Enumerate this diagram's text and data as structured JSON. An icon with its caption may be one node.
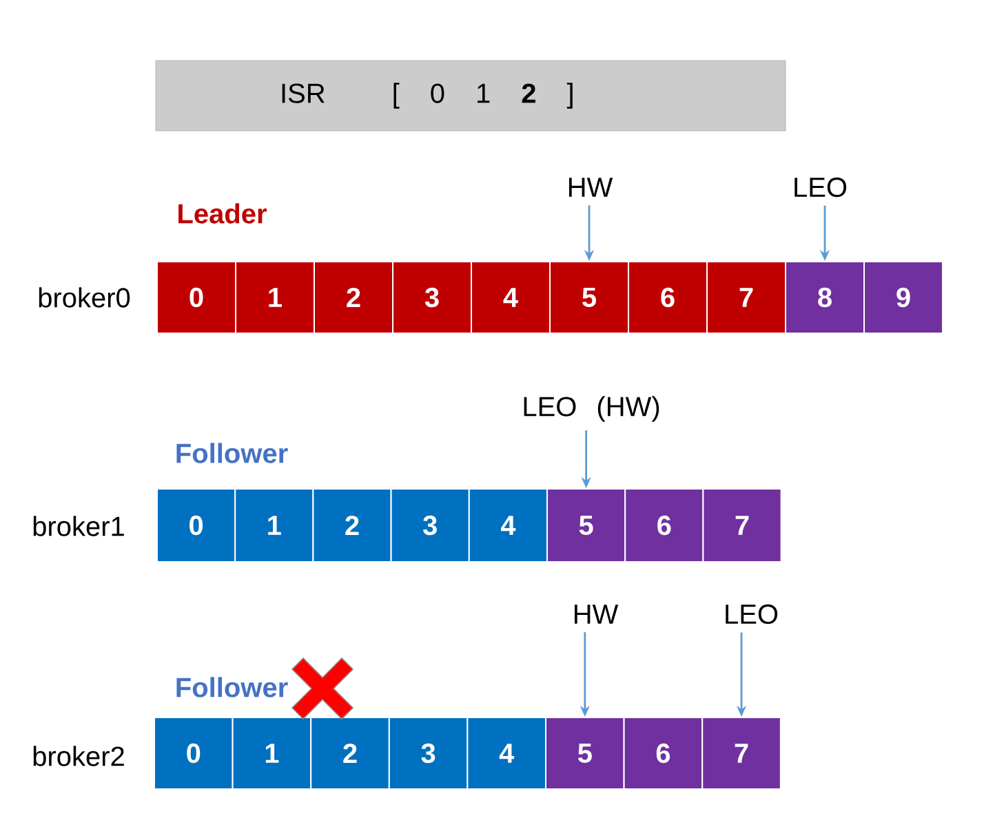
{
  "diagram": {
    "nodes": [
      {
        "text": [
          "ISR",
          "[ 0 1 **2** ]"
        ]
      },
      {
        "text": [
          "HW"
        ]
      },
      {
        "text": [
          "LEO"
        ]
      },
      {
        "text": [
          "0"
        ]
      },
      {
        "text": [
          "1"
        ]
      },
      {
        "text": [
          "2"
        ]
      },
      {
        "text": [
          "3"
        ]
      },
      {
        "text": [
          "4"
        ]
      },
      {
        "text": [
          "5"
        ]
      },
      {
        "text": [
          "6"
        ]
      },
      {
        "text": [
          "7"
        ]
      },
      {
        "text": [
          "8"
        ]
      },
      {
        "text": [
          "9"
        ]
      },
      {
        "text": [
          "LEO",
          "(HW)"
        ]
      },
      {
        "text": [
          "0"
        ]
      },
      {
        "text": [
          "1"
        ]
      },
      {
        "text": [
          "2"
        ]
      },
      {
        "text": [
          "3"
        ]
      },
      {
        "text": [
          "4"
        ]
      },
      {
        "text": [
          "5"
        ]
      },
      {
        "text": [
          "6"
        ]
      },
      {
        "text": [
          "7"
        ]
      },
      {
        "text": [
          "HW"
        ]
      },
      {
        "text": [
          "LEO"
        ]
      },
      {
        "text": [
          "0"
        ]
      },
      {
        "text": [
          "1"
        ]
      },
      {
        "text": [
          "2"
        ]
      },
      {
        "text": [
          "3"
        ]
      },
      {
        "text": [
          "4"
        ]
      },
      {
        "text": [
          "5"
        ]
      },
      {
        "text": [
          "6"
        ]
      },
      {
        "text": [
          "7"
        ]
      }
    ],
    "edges": [
      {
        "from": 1,
        "to": 8,
        "arrow": "to"
      },
      {
        "from": 2,
        "to": 11,
        "arrow": "to"
      },
      {
        "from": 13,
        "to": 19,
        "arrow": "to"
      },
      {
        "from": 22,
        "to": 29,
        "arrow": "to"
      },
      {
        "from": 23,
        "to": 31,
        "arrow": "to"
      }
    ],
    "labels": [
      "Leader",
      "broker0",
      "Follower",
      "broker1",
      "Follower",
      "broker2"
    ]
  }
}
